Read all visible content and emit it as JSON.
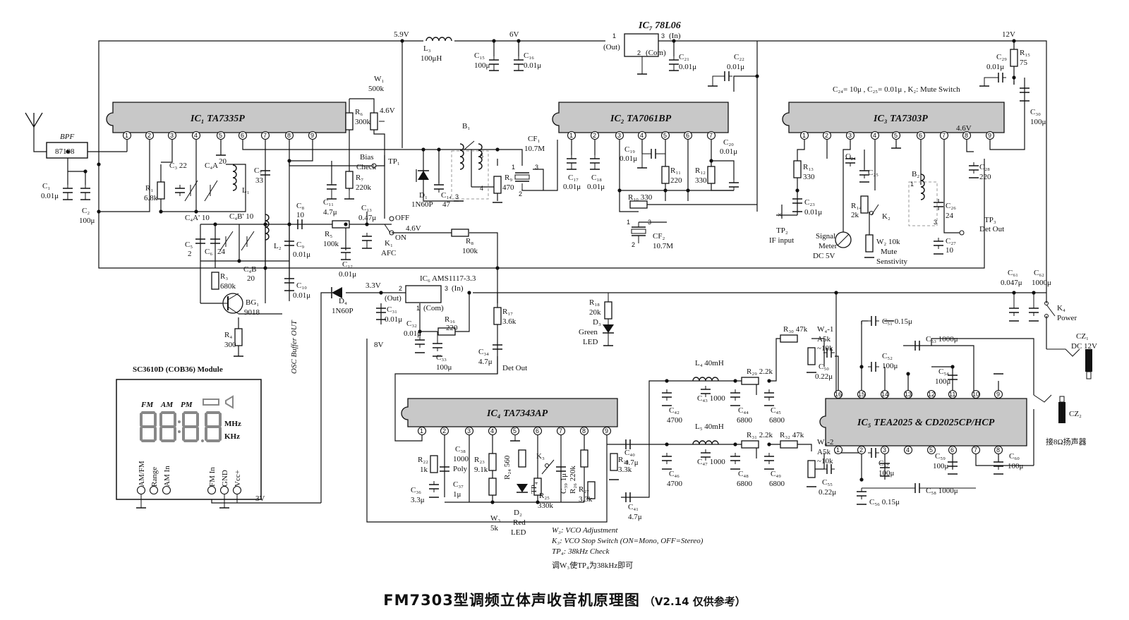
{
  "title": {
    "main": "FM7303型调频立体声收音机原理图",
    "version": "（V2.14 仅供参考）"
  },
  "ics": {
    "ic1": "IC₁ TA7335P",
    "ic2": "IC₂ TA7061BP",
    "ic3": "IC₃ TA7303P",
    "ic4": "IC₄ TA7343AP",
    "ic5": "IC₅  TEA2025 & CD2025CP/HCP",
    "ic6": "IC₆  AMS1117-3.3",
    "ic7": "IC₇ 78L06"
  },
  "labels": {
    "bpf": "BPF",
    "bpf_part": "87108",
    "v59": "5.9V",
    "v6": "6V",
    "v12": "12V",
    "v46a": "4.6V",
    "v46b": "4.6V",
    "v46c": "4.6V",
    "v33": "3.3V",
    "v8": "8V",
    "v3": "3V",
    "l3": "L₃",
    "l3v": "100μH",
    "c15": "C₁₅",
    "c15v": "100μ",
    "c16": "C₁₆",
    "c16v": "0.01μ",
    "ic7_out": "(Out)",
    "ic7_in": "(In)",
    "ic7_com": "(Com)",
    "c21": "C₂₁",
    "c21v": "0.01μ",
    "c22": "C₂₂",
    "c22v": "0.01μ",
    "c29": "C₂₉",
    "c29v": "0.01μ",
    "r15": "R₁₅",
    "r15v": "75",
    "c30": "C₃₀",
    "c30v": "100μ",
    "note_c24": "C₂₄= 10μ ,  C₂₅= 0.01μ ,  K₂:  Mute Switch",
    "w1": "W₁",
    "w1v": "500k",
    "r6": "R₆",
    "r6v": "300k",
    "r7": "R₇",
    "r7v": "220k",
    "bias": "Bias",
    "check": "Check",
    "tp1": "TP₁",
    "b1": "B₁",
    "cf1": "CF₁",
    "cf1v": "10.7M",
    "r9": "R₉",
    "r9v": "470",
    "d1": "D₁",
    "d1v": "1N60P",
    "c14": "C₁₄",
    "c14v": "47",
    "c11": "C₁₁",
    "c11v": "4.7μ",
    "off": "OFF",
    "on": "ON",
    "k1": "K₁",
    "afc": "AFC",
    "c13": "C₁₃",
    "c13v": "0.47μ",
    "c1": "C₁",
    "c1v": "0.01μ",
    "c2": "C₂",
    "c2v": "100μ",
    "r1": "R₁",
    "r1v": "6.8k",
    "c3": "C₃ 22",
    "c4a": "C₄A",
    "c4av": "20",
    "c4a2": "C₄A' 10",
    "l1": "L₁",
    "c7": "C₇",
    "c7v": "33",
    "c8": "C₈",
    "c8v": "10",
    "c4b2": "C₄B' 10",
    "c5": "C₅",
    "c5v": "2",
    "c6": "C₆",
    "c6v": "24",
    "c4b": "C₄B",
    "c4bv": "20",
    "l2": "L₂",
    "c9": "C₉",
    "c9v": "0.01μ",
    "c10": "C₁₀",
    "c10v": "0.01μ",
    "r5": "R₅",
    "r5v": "100k",
    "c12": "C₁₂",
    "c12v": "0.01μ",
    "r8": "R₈",
    "r8v": "100k",
    "r3": "R₃",
    "r3v": "680k",
    "bg1": "BG₁",
    "bg1v": "9018",
    "r4": "R₄",
    "r4v": "300",
    "osc": "OSC Buffer OUT",
    "c17": "C₁₇",
    "c17v": "0.01μ",
    "c18": "C₁₈",
    "c18v": "0.01μ",
    "c19": "C₁₉",
    "c19v": "0.01μ",
    "r11": "R₁₁",
    "r11v": "220",
    "r12": "R₁₂",
    "r12v": "330",
    "c20": "C₂₀",
    "c20v": "0.01μ",
    "r10": "R₁₀ 330",
    "cf2": "CF₂",
    "cf2v": "10.7M",
    "tp2": "TP₂",
    "ifinput": "IF input",
    "r13": "R₁₃",
    "r13v": "330",
    "c23": "C₂₃",
    "c23v": "0.01μ",
    "c24": "C₂₄",
    "c25": "C₂₅",
    "r14": "R₁₄",
    "r14v": "2k",
    "k2": "K₂",
    "b2": "B₂",
    "c26": "C₂₆",
    "c26v": "24",
    "c27": "C₂₇",
    "c27v": "10",
    "c28": "C₂₈",
    "c28v": "220",
    "tp3": "TP₃",
    "detout3": "Det Out",
    "sig1": "Signal",
    "sig2": "Meter",
    "sig3": "DC 5V",
    "w2": "W₂ 10k",
    "mute1": "Mute",
    "mute2": "Senstivity",
    "c61": "C₆₁",
    "c61v": "0.047μ",
    "c62": "C₆₂",
    "c62v": "1000μ",
    "k4": "K₄",
    "power": "Power",
    "cz1": "CZ₁",
    "dc12": "DC 12V",
    "cz2": "CZ₂",
    "spk": "接8Ω扬声器",
    "d4": "D₄",
    "d4v": "1N60P",
    "ic6_out": "(Out)",
    "ic6_in": "(In)",
    "ic6_com": "(Com)",
    "c31": "C₃₁",
    "c31v": "0.01μ",
    "c32": "C₃₂",
    "c32v": "0.01μ",
    "r16": "R₁₆",
    "r16v": "220",
    "c33": "C₃₃",
    "c33v": "100μ",
    "r17": "R₁₇",
    "r17v": "3.6k",
    "c34": "C₃₄",
    "c34v": "4.7μ",
    "detout4": "Det Out",
    "r18": "R₁₈",
    "r18v": "20k",
    "d3": "D₃",
    "green": "Green",
    "led": "LED",
    "module": "SC3610D (COB36) Module",
    "fm": "FM",
    "am": "AM",
    "pm": "PM",
    "mhz": "MHz",
    "khz": "KHz",
    "pin_amfm": "AM/FM",
    "pin_range": "Range",
    "pin_amin": "AM In",
    "pin_fmin": "FM In",
    "pin_gnd": "GND",
    "pin_vcc": "Vcc+",
    "r22": "R₂₂",
    "r22v": "1k",
    "c36": "C₃₆",
    "c36v": "3.3μ",
    "c38": "C₃₈",
    "c38v": "1000",
    "poly": "Poly",
    "c37": "C₃₇",
    "c37v": "1μ",
    "r23": "R₂₃",
    "r23v": "9.1k",
    "w3": "W₃",
    "w3v": "5k",
    "r24": "R₂₄ 560",
    "d2": "D₂",
    "red": "Red",
    "led2": "LED",
    "k3": "K₃",
    "tp4": "TP₄",
    "r25": "R₂₅",
    "r25v": "330k",
    "c39": "C₃₉ 1μ",
    "r26": "R₂₆ 220k",
    "r27": "R₂₇",
    "r27v": "3.3k",
    "r28": "R₂₈",
    "r28v": "3.3k",
    "c40": "C₄₀",
    "c40v": "4.7μ",
    "c41": "C₄₁",
    "c41v": "4.7μ",
    "note_w3": "W₃:  VCO Adjustment",
    "note_k3": "K₃:  VCO Stop Switch (ON=Mono, OFF=Stereo)",
    "note_tp4": "TP₄:  38kHz Check",
    "note_cn": "调W₃使TP₄为38kHz即可",
    "l4": "L₄ 40mH",
    "l5": "L₅ 40mH",
    "c42": "C₄₂",
    "c42v": "4700",
    "c43": "C₄₃ 1000",
    "c44": "C₄₄",
    "c44v": "6800",
    "c45": "C₄₅",
    "c45v": "6800",
    "r29": "R₂₉ 2.2k",
    "r30": "R₃₀ 47k",
    "w41": "W₄-1",
    "w41v": "A5k",
    "w41r": "~10k",
    "c50": "C₅₀",
    "c50v": "0.22μ",
    "c46": "C₄₆",
    "c46v": "4700",
    "c47": "C₄₇ 1000",
    "c48": "C₄₈",
    "c48v": "6800",
    "c49": "C₄₉",
    "c49v": "6800",
    "r31": "R₃₁ 2.2k",
    "r32": "R₃₂ 47k",
    "w42": "W₄-2",
    "w42v": "A5k",
    "w42r": "~10k",
    "c55": "C₅₅",
    "c55v": "0.22μ",
    "c51": "C₅₁ 0.15μ",
    "c53": "C₅₃ 1000μ",
    "c52": "C₅₂",
    "c52v": "100μ",
    "c54": "C₅₄",
    "c54v": "100μ",
    "c57": "C₅₇",
    "c57v": "100μ",
    "c59": "C₅₉",
    "c59v": "100μ",
    "c60": "C₆₀",
    "c60v": "100μ",
    "c56": "C₅₆ 0.15μ",
    "c58": "C₅₈ 1000μ"
  },
  "chips": {
    "ic1": [
      "1",
      "2",
      "3",
      "4",
      "5",
      "6",
      "7",
      "8",
      "9"
    ],
    "ic2": [
      "1",
      "2",
      "3",
      "4",
      "5",
      "6",
      "7"
    ],
    "ic3": [
      "1",
      "2",
      "3",
      "4",
      "5",
      "6",
      "7",
      "8",
      "9"
    ],
    "ic4": [
      "1",
      "2",
      "3",
      "4",
      "5",
      "6",
      "7",
      "8",
      "9"
    ],
    "ic5_top": [
      "16",
      "15",
      "14",
      "13",
      "12",
      "11",
      "10",
      "9"
    ],
    "ic5_bot": [
      "1",
      "2",
      "3",
      "4",
      "5",
      "6",
      "7",
      "8"
    ],
    "ic7": [
      "1",
      "3",
      "2"
    ],
    "ic6": [
      "2",
      "3",
      "1"
    ],
    "b1": [
      "6",
      "4",
      "3"
    ],
    "cf1": [
      "1",
      "3",
      "2"
    ],
    "cf2": [
      "1",
      "3",
      "2"
    ],
    "b2": [
      "1",
      "3"
    ]
  }
}
